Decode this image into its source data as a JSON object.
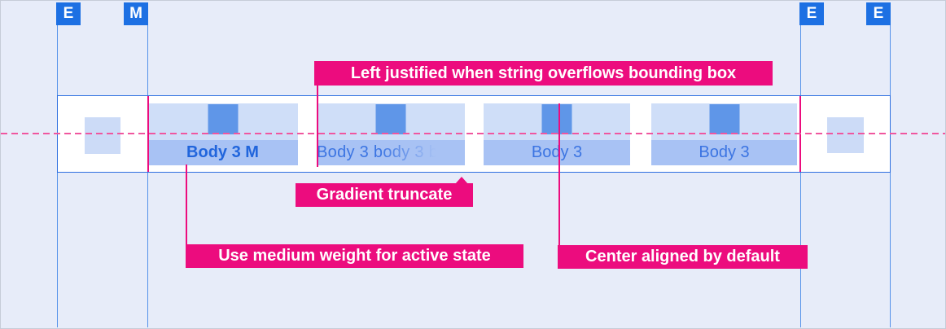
{
  "component": "tab-bar-spec",
  "colors": {
    "background": "#e7ecf9",
    "marker_blue": "#1d70e3",
    "guide_blue": "#3b82e8",
    "bar_border": "#2e6fe0",
    "bar_fill": "#ffffff",
    "tab_box": "#cfdef8",
    "tab_label_band": "#a8c2f4",
    "tab_icon": "#5f96e8",
    "placeholder_square": "#ccdbf7",
    "tab_text": "#3b74e2",
    "active_tab_text": "#2165dc",
    "annotation_pink": "#ec0c7e",
    "dashed_line_pink": "#f0569f"
  },
  "markers": [
    {
      "label": "E"
    },
    {
      "label": "M"
    },
    {
      "label": "E"
    },
    {
      "label": "E"
    }
  ],
  "tabs": [
    {
      "label": "Body 3 M",
      "active": true,
      "align": "center",
      "truncated": false
    },
    {
      "label": "Body 3 body 3 b",
      "active": false,
      "align": "left",
      "truncated": true
    },
    {
      "label": "Body 3",
      "active": false,
      "align": "center",
      "truncated": false
    },
    {
      "label": "Body 3",
      "active": false,
      "align": "center",
      "truncated": false
    }
  ],
  "annotations": [
    {
      "text": "Left justified when string overflows bounding box"
    },
    {
      "text": "Gradient truncate"
    },
    {
      "text": "Use medium weight for active state"
    },
    {
      "text": "Center aligned by default"
    }
  ]
}
